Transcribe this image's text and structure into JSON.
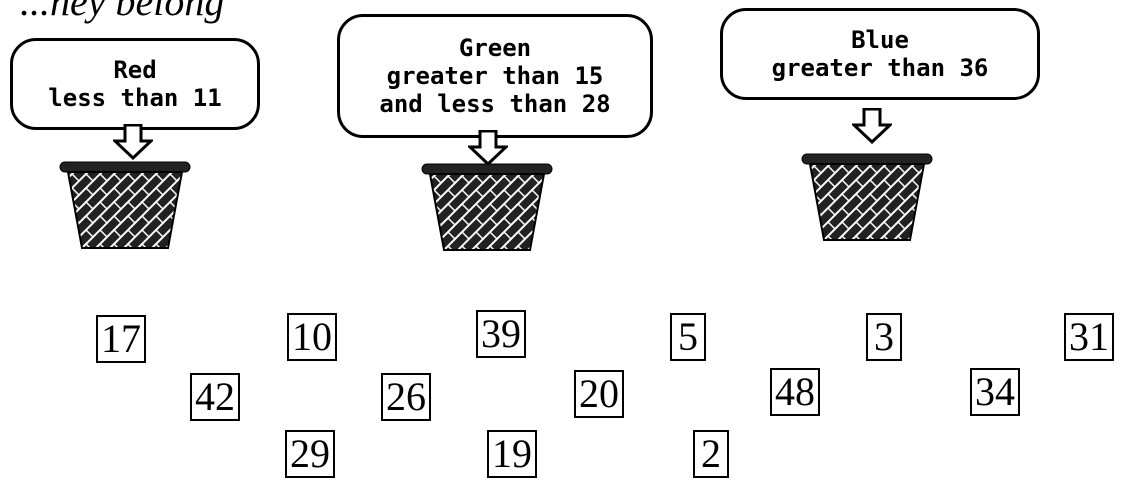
{
  "top_text": "...ney belong",
  "baskets": [
    {
      "color_name": "Red",
      "condition_lines": [
        "less than 11"
      ]
    },
    {
      "color_name": "Green",
      "condition_lines": [
        "greater than 15",
        "and less than 28"
      ]
    },
    {
      "color_name": "Blue",
      "condition_lines": [
        "greater than 36"
      ]
    }
  ],
  "numbers": [
    "17",
    "10",
    "39",
    "5",
    "3",
    "31",
    "42",
    "26",
    "20",
    "48",
    "34",
    "29",
    "19",
    "2"
  ]
}
